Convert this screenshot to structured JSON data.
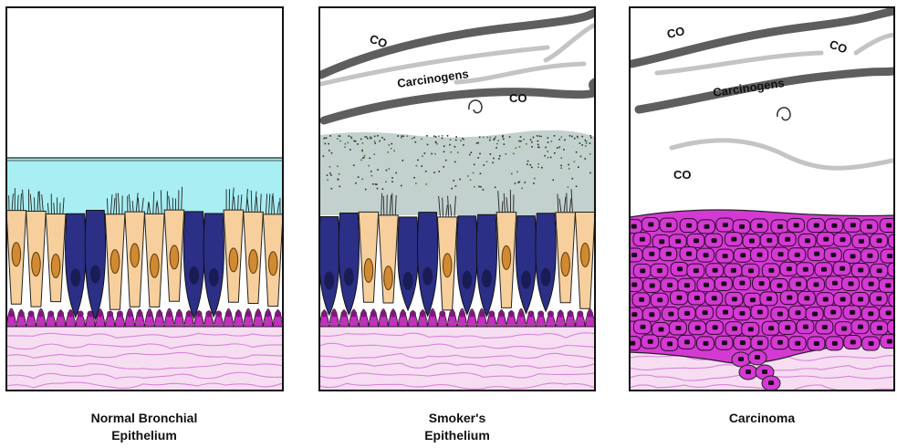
{
  "panels": [
    {
      "id": "normal",
      "caption": "Normal Bronchial\nEpithelium",
      "labels": []
    },
    {
      "id": "smoker",
      "caption": "Smoker's\nEpithelium",
      "labels": [
        {
          "text": "CO"
        },
        {
          "text": "Carcinogens"
        },
        {
          "text": "CO"
        }
      ]
    },
    {
      "id": "carcinoma",
      "caption": "Carcinoma",
      "labels": [
        {
          "text": "CO"
        },
        {
          "text": "CO"
        },
        {
          "text": "Carcinogens"
        },
        {
          "text": "CO"
        }
      ]
    }
  ],
  "colors": {
    "mucus_normal": "#a8eef2",
    "mucus_smoker": "#c2d1ce",
    "columnar_cell": "#f6cf9c",
    "nucleus": "#d28a32",
    "goblet_cell": "#2c2f86",
    "basal_cell": "#cc29c8",
    "cancer_cell": "#d43ad3",
    "stroma": "#f6ddf2",
    "stroma_lines": "#cf6fcf",
    "smoke_dark": "#5e5e5e",
    "smoke_light": "#c4c4c4"
  }
}
